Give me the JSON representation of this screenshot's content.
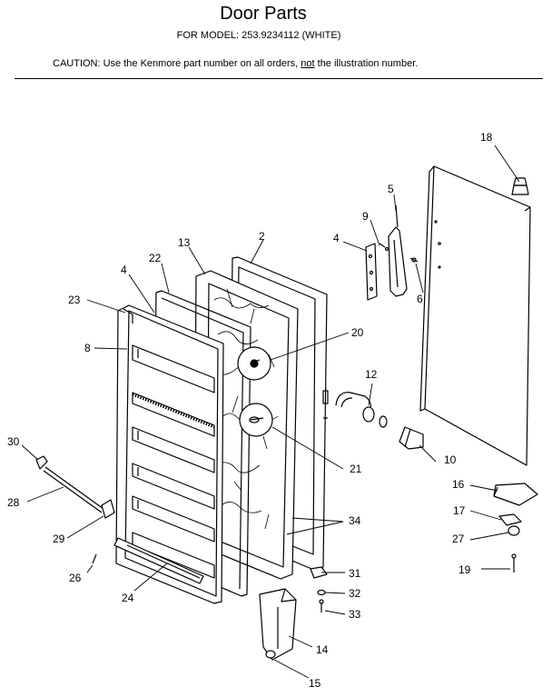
{
  "header": {
    "title": "Door Parts",
    "model_line": "FOR MODEL: 253.9234112  (WHITE)",
    "caution_prefix": "CAUTION:  Use the Kenmore part number on all orders, ",
    "caution_emphasis": "not",
    "caution_suffix": " the illustration number."
  },
  "callouts": [
    {
      "id": "18",
      "label": "18"
    },
    {
      "id": "5",
      "label": "5"
    },
    {
      "id": "9",
      "label": "9"
    },
    {
      "id": "4a",
      "label": "4"
    },
    {
      "id": "6",
      "label": "6"
    },
    {
      "id": "13",
      "label": "13"
    },
    {
      "id": "2",
      "label": "2"
    },
    {
      "id": "22",
      "label": "22"
    },
    {
      "id": "4b",
      "label": "4"
    },
    {
      "id": "23",
      "label": "23"
    },
    {
      "id": "8",
      "label": "8"
    },
    {
      "id": "20",
      "label": "20"
    },
    {
      "id": "12",
      "label": "12"
    },
    {
      "id": "10",
      "label": "10"
    },
    {
      "id": "21",
      "label": "21"
    },
    {
      "id": "30",
      "label": "30"
    },
    {
      "id": "28",
      "label": "28"
    },
    {
      "id": "29",
      "label": "29"
    },
    {
      "id": "16",
      "label": "16"
    },
    {
      "id": "17",
      "label": "17"
    },
    {
      "id": "27",
      "label": "27"
    },
    {
      "id": "34",
      "label": "34"
    },
    {
      "id": "26",
      "label": "26"
    },
    {
      "id": "24",
      "label": "24"
    },
    {
      "id": "31",
      "label": "31"
    },
    {
      "id": "19",
      "label": "19"
    },
    {
      "id": "32",
      "label": "32"
    },
    {
      "id": "33",
      "label": "33"
    },
    {
      "id": "14",
      "label": "14"
    },
    {
      "id": "15",
      "label": "15"
    }
  ]
}
